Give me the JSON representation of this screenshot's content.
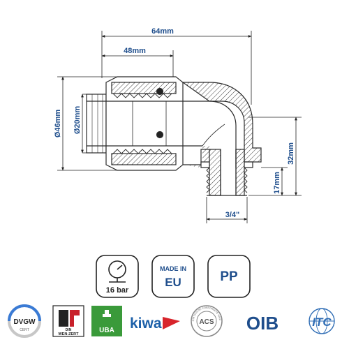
{
  "dimensions": {
    "overall_length": "64mm",
    "insert_length": "48mm",
    "outer_diameter": "Ø46mm",
    "inner_diameter": "Ø20mm",
    "height": "32mm",
    "thread_height": "17mm",
    "thread_size": "3/4\""
  },
  "badges": {
    "pressure": "16 bar",
    "made_in_line1": "MADE IN",
    "made_in_line2": "EU",
    "material": "PP"
  },
  "certifications": {
    "dvgw": "DVGW",
    "dvgw_sub": "CERT",
    "din": "WEN-ZERT",
    "din_sub": "DIN",
    "uba": "UBA",
    "kiwa": "kiwa",
    "acs": "ACS",
    "acs_ring": "ATTESTATION DE CONFORMITÉ SANITAIRE",
    "oib": "OIB",
    "itc": "ITC"
  },
  "colors": {
    "dimension_blue": "#1f4e8c",
    "line_dark": "#2b2b2b",
    "uba_green": "#3a9a3a",
    "kiwa_red": "#d8242b",
    "itc_blue": "#2f6db5"
  }
}
